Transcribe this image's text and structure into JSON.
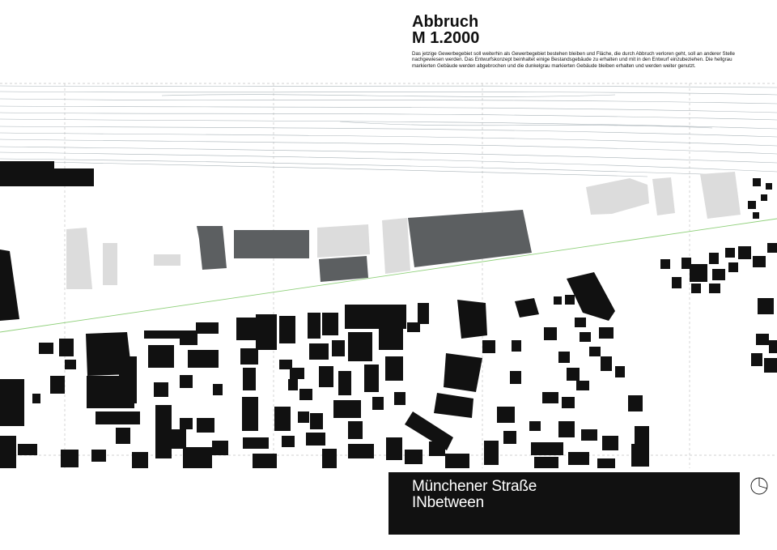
{
  "header": {
    "title_line1": "Abbruch",
    "title_line2": "M 1.2000",
    "description": "Das jetzige Gewerbegebiet soll weiterhin als Gewerbegebiet bestehen bleiben und Fläche, die durch Abbruch verloren geht, soll an anderer Stelle nachgewiesen werden. Das Entwurfskonzept beinhaltet einige Bestandsgebäude zu erhalten und mit in den Entwurf einzubeziehen. Die hellgrau markierten Gebäude werden abgebrochen und die dunkelgrau markierten Gebäude bleiben erhalten und werden weiter genutzt."
  },
  "footer": {
    "line1": "Münchener Straße",
    "line2": "INbetween"
  },
  "map": {
    "north_arrow_icon": "north-arrow-icon",
    "colors": {
      "existing_buildings": "#111111",
      "kept_buildings": "#5c5f61",
      "demolished_buildings": "#dcdcdc",
      "rail_tracks": "#a9b3b8",
      "boundary_line": "#8fd07a",
      "grid": "#bdbdbd"
    }
  }
}
